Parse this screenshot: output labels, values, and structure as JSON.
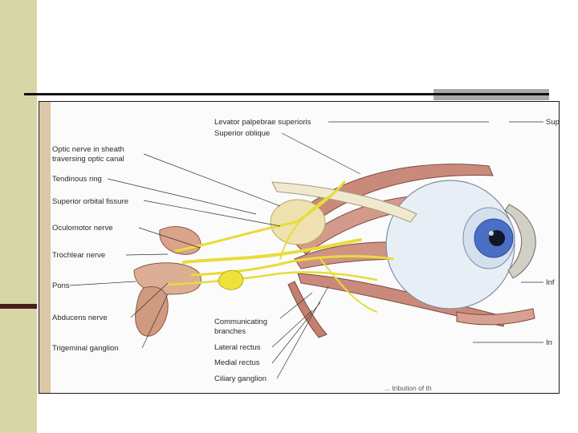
{
  "slide": {
    "colors": {
      "sidebar": "#d6d6a6",
      "sidebar_accent": "#4a1c1c",
      "rule": "#111111",
      "rule_accent": "#a9a9a9"
    }
  },
  "figure": {
    "labels_left": [
      "Optic nerve in sheath",
      "traversing optic canal",
      "Tendinous ring",
      "Superior orbital fissure",
      "Oculomotor nerve",
      "Trochlear nerve",
      "Pons",
      "Abducens nerve",
      "Trigeminal ganglion"
    ],
    "labels_top": [
      "Levator palpebrae superioris",
      "Superior oblique"
    ],
    "labels_bottom": [
      "Communicating",
      "branches",
      "Lateral rectus",
      "Medial rectus",
      "Ciliary ganglion"
    ],
    "labels_right": [
      "Sup",
      "Inf",
      "In"
    ],
    "caption_fragment": "... tribution of th"
  }
}
